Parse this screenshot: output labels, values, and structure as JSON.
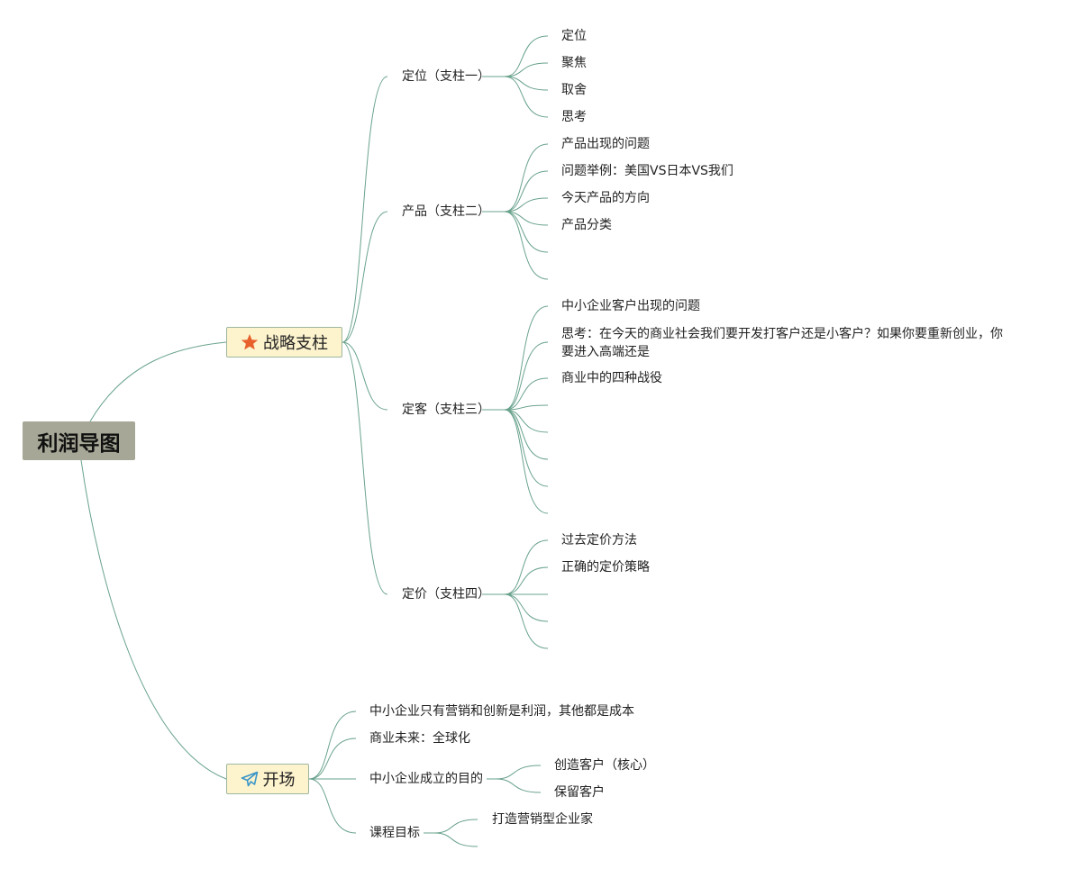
{
  "map": {
    "root": "利润导图",
    "strategy": {
      "label": "战略支柱",
      "icon": "star-icon",
      "icon_color": "#e8612c",
      "pillars": [
        {
          "label": "定位（支柱一）",
          "children": [
            "定位",
            "聚焦",
            "取舍",
            "思考"
          ]
        },
        {
          "label": "产品（支柱二）",
          "children": [
            "产品出现的问题",
            "问题举例：美国VS日本VS我们",
            "今天产品的方向",
            "产品分类",
            "",
            ""
          ]
        },
        {
          "label": "定客（支柱三）",
          "children": [
            "中小企业客户出现的问题",
            "思考：在今天的商业社会我们要开发打客户还是小客户？如果你要重新创业，你要进入高端还是",
            "商业中的四种战役",
            "",
            "",
            "",
            "",
            ""
          ]
        },
        {
          "label": "定价（支柱四）",
          "children": [
            "过去定价方法",
            "正确的定价策略",
            "",
            "",
            ""
          ]
        }
      ]
    },
    "opening": {
      "label": "开场",
      "icon": "paper-plane-icon",
      "icon_color": "#3a96c8",
      "items": [
        {
          "label": "中小企业只有营销和创新是利润，其他都是成本",
          "children": []
        },
        {
          "label": "商业未来：全球化",
          "children": []
        },
        {
          "label": "中小企业成立的目的",
          "children": [
            "创造客户（核心）",
            "保留客户"
          ]
        },
        {
          "label": "课程目标",
          "children": [
            "打造营销型企业家",
            ""
          ]
        }
      ]
    },
    "line_color": "#6aa38d",
    "root_color": "#a7a797",
    "main_fill": "#fdf3cd"
  }
}
